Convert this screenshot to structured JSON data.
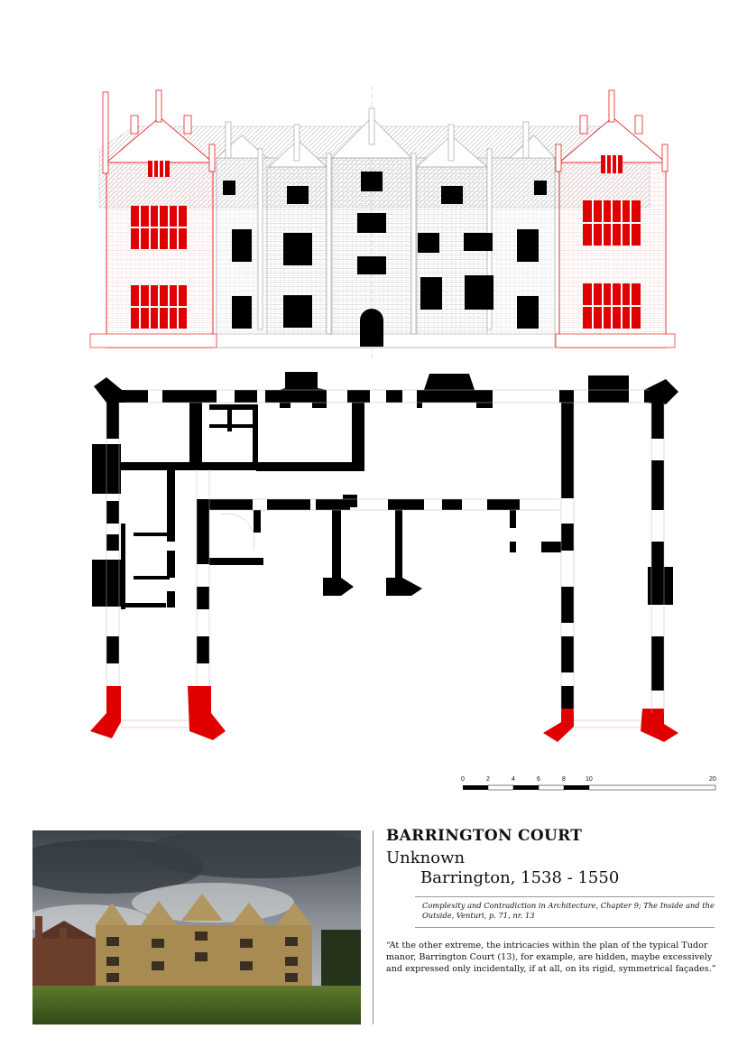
{
  "drawing": {
    "name": "Barrington Court elevation and plan",
    "colors": {
      "highlight": "#e00000",
      "ink": "#000000",
      "hatch": "#bfbfbf",
      "axis": "#bdbdbd"
    }
  },
  "scale_bar": {
    "labels": [
      "0",
      "2",
      "4",
      "6",
      "8",
      "10",
      "20"
    ]
  },
  "caption": {
    "title": "BARRINGTON COURT",
    "architect": "Unknown",
    "location_dates": "Barrington, 1538 - 1550",
    "source": "Complexity and Contradiction in Architecture, Chapter 9; The Inside and the Outside, Venturi, p. 71, nr. 13",
    "quote": "“At the other extreme, the intricacies within the plan of the typical Tudor manor, Barrington Court (13), for example, are hidden, maybe excessively and expressed only incidentally, if at all, on its rigid, symmetrical façades.”"
  },
  "photo": {
    "subject": "Barrington Court photograph"
  }
}
